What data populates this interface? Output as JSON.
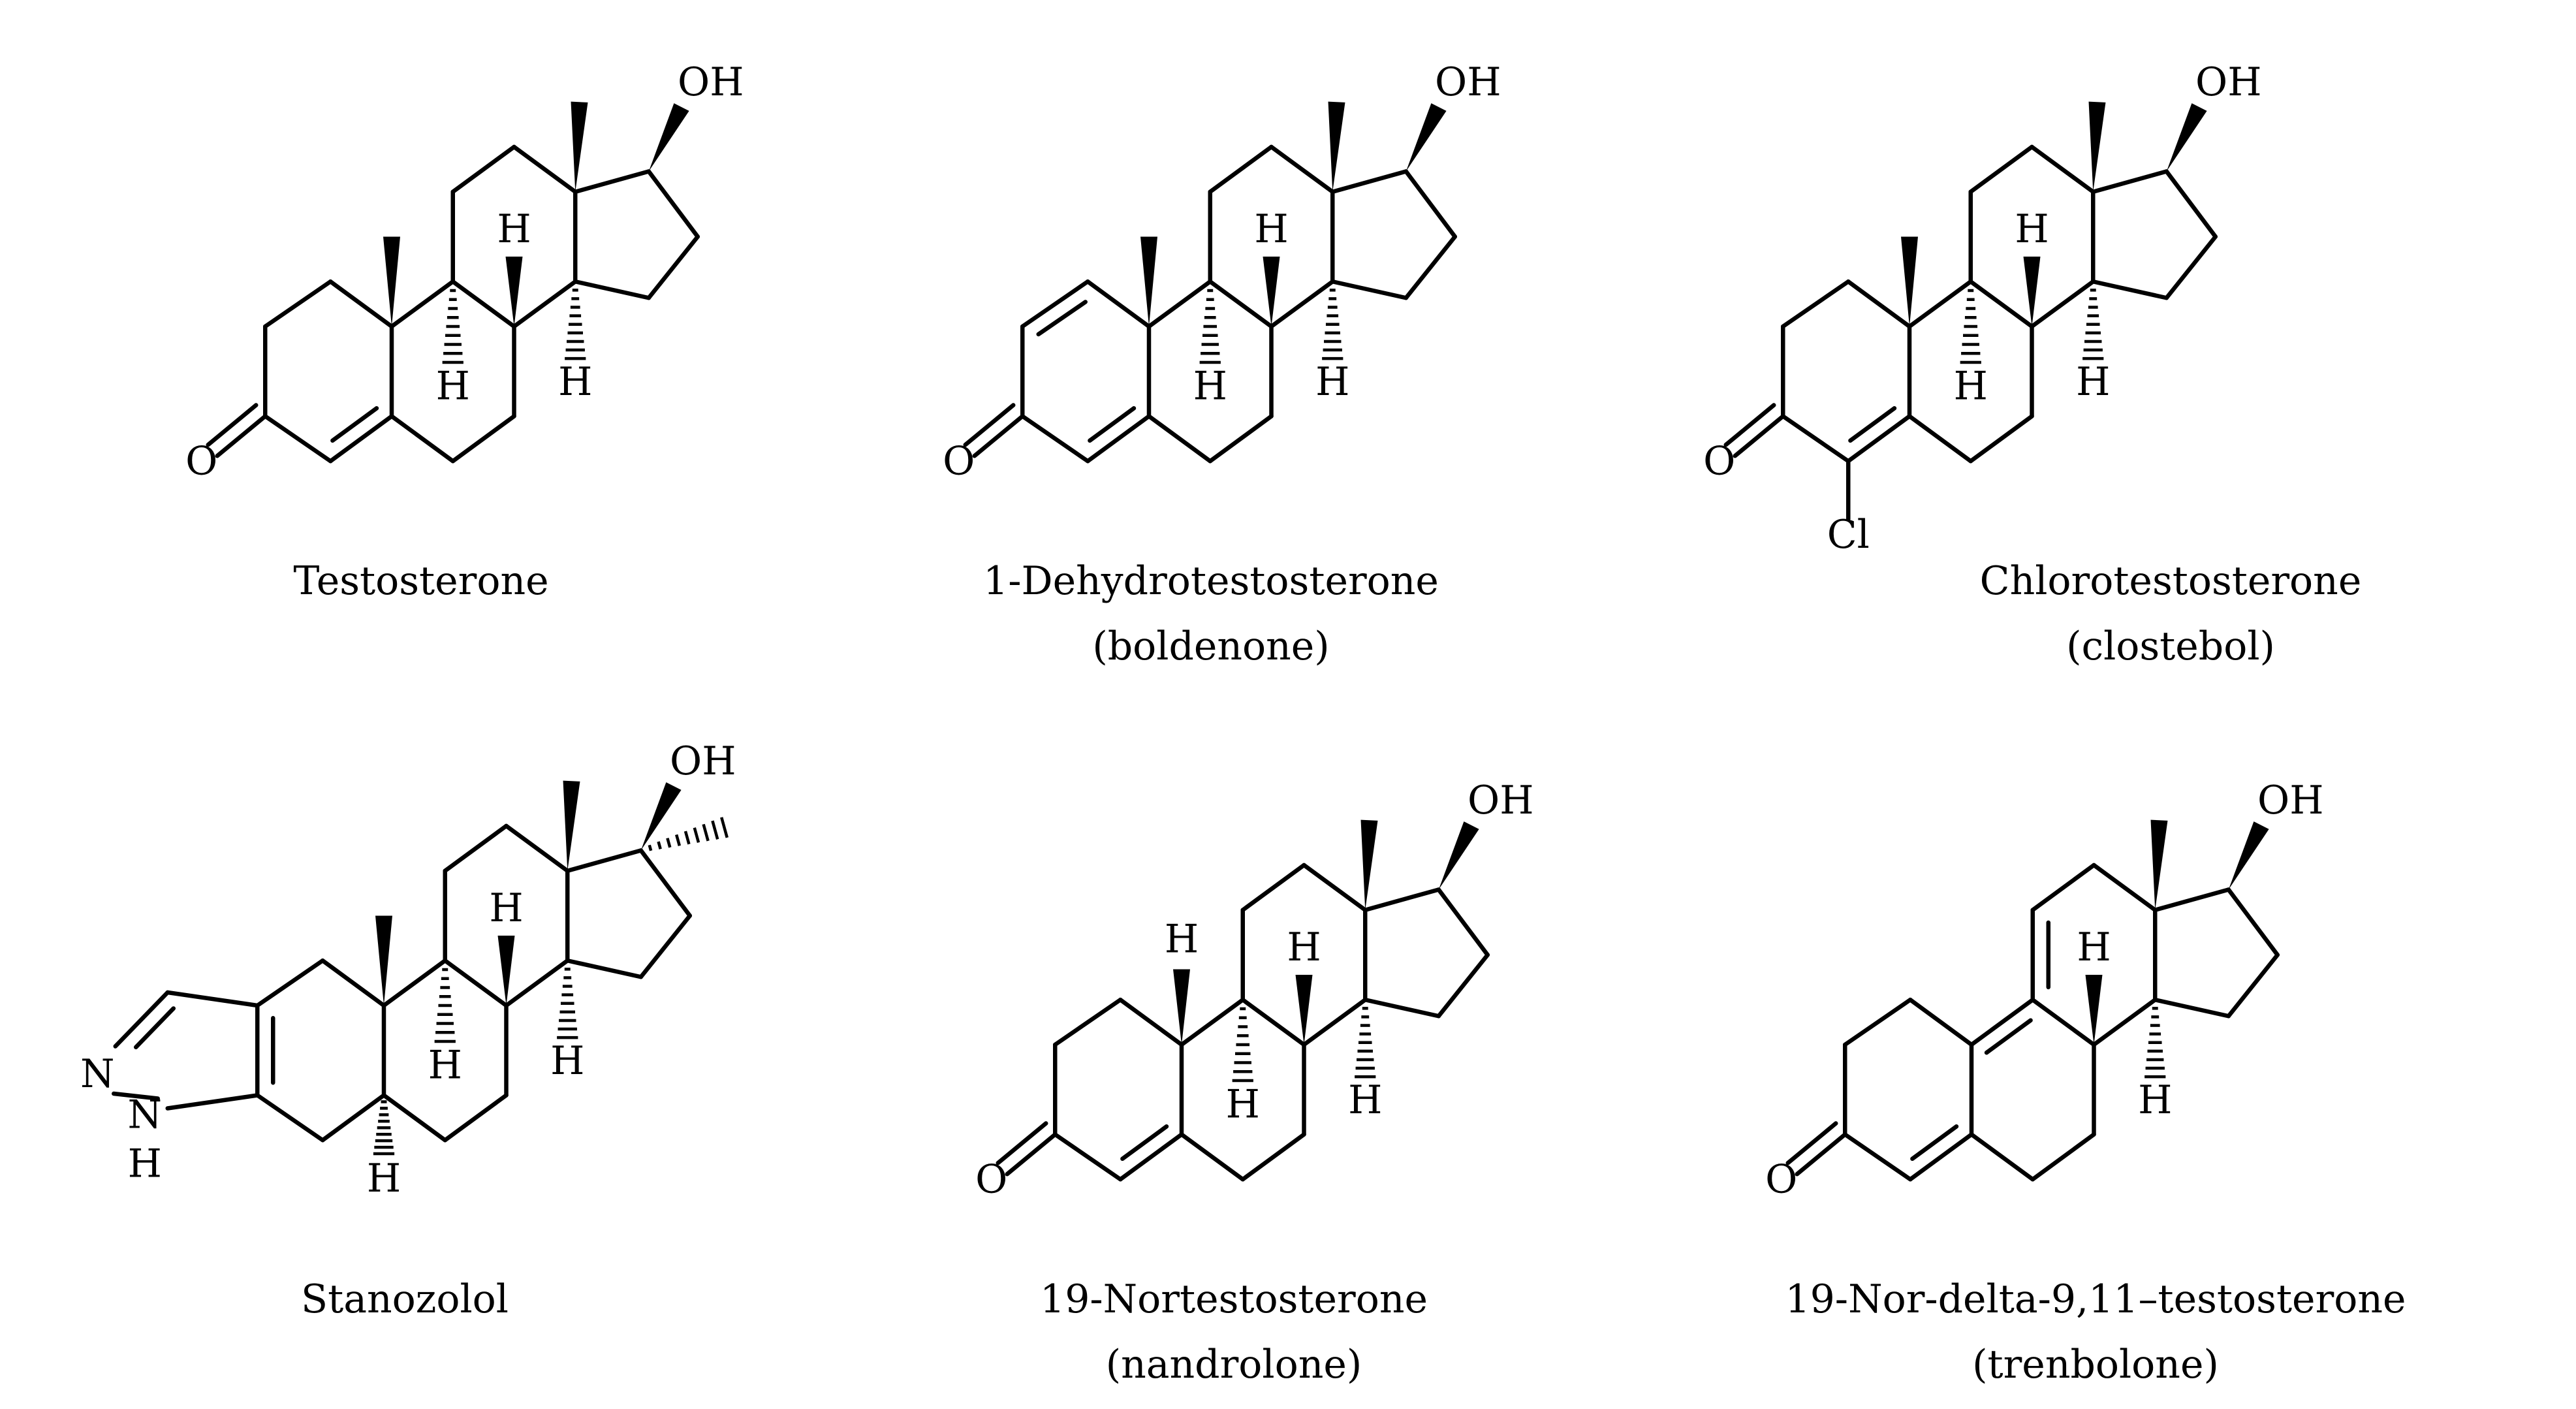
{
  "diagram": {
    "colors": {
      "background": "#ffffff",
      "ink": "#000000"
    },
    "atom_labels": {
      "oh": "OH",
      "h": "H",
      "o": "O",
      "n": "N",
      "cl": "Cl"
    },
    "compounds": [
      {
        "id": "testosterone",
        "name": "Testosterone",
        "alt_name": ""
      },
      {
        "id": "boldenone",
        "name": "1-Dehydrotestosterone",
        "alt_name": "(boldenone)"
      },
      {
        "id": "clostebol",
        "name": "Chlorotestosterone",
        "alt_name": "(clostebol)"
      },
      {
        "id": "stanozolol",
        "name": "Stanozolol",
        "alt_name": ""
      },
      {
        "id": "nandrolone",
        "name": "19-Nortestosterone",
        "alt_name": "(nandrolone)"
      },
      {
        "id": "trenbolone",
        "name": "19-Nor-delta-9,11–testosterone",
        "alt_name": "(trenbolone)"
      }
    ]
  }
}
